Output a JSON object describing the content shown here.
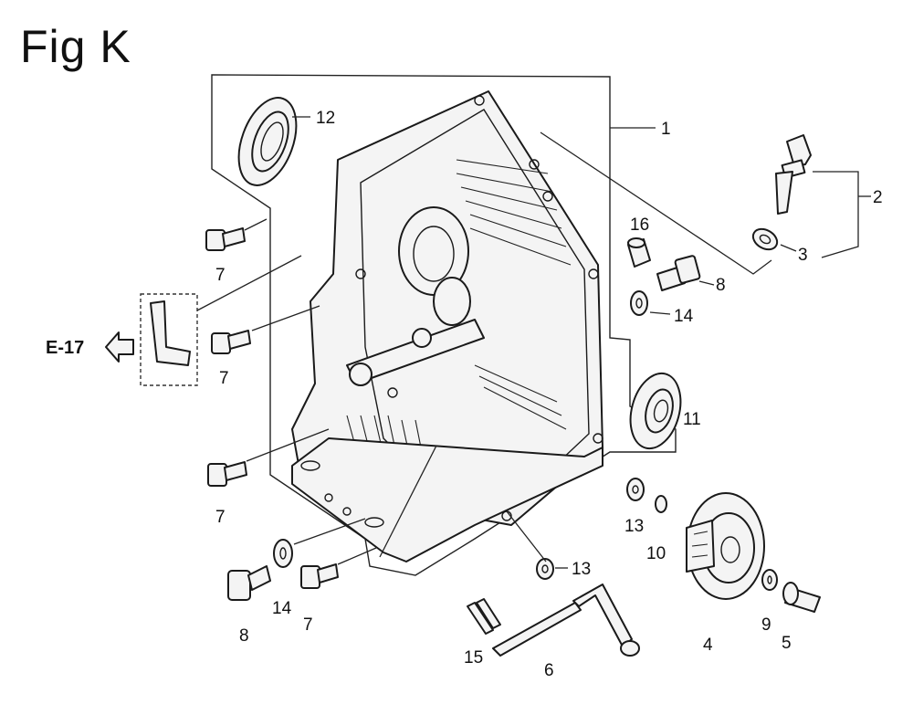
{
  "figure": {
    "title": "Fig K"
  },
  "reference": {
    "label": "E-17"
  },
  "callouts": {
    "c1": "1",
    "c2": "2",
    "c3": "3",
    "c4": "4",
    "c5": "5",
    "c6": "6",
    "c7a": "7",
    "c7b": "7",
    "c7c": "7",
    "c7d": "7",
    "c8a": "8",
    "c8b": "8",
    "c9": "9",
    "c10": "10",
    "c11": "11",
    "c12": "12",
    "c13a": "13",
    "c13b": "13",
    "c14a": "14",
    "c14b": "14",
    "c15": "15",
    "c16": "16"
  }
}
